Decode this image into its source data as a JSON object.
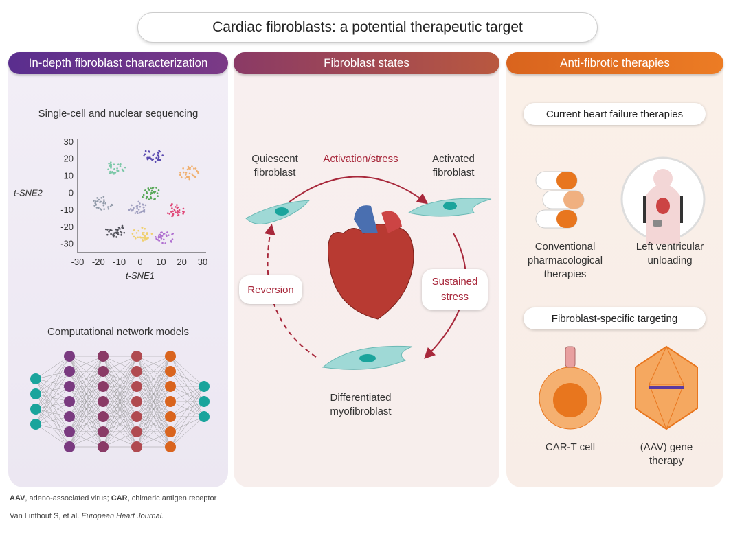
{
  "title": "Cardiac fibroblasts: a potential therapeutic target",
  "sections": {
    "characterization": {
      "header": "In-depth fibroblast characterization",
      "sequencing_label": "Single-cell and nuclear sequencing",
      "network_label": "Computational network models"
    },
    "states": {
      "header": "Fibroblast states",
      "quiescent": "Quiescent\nfibroblast",
      "activated": "Activated\nfibroblast",
      "differentiated": "Differentiated\nmyofibroblast",
      "activation": "Activation/stress",
      "sustained": "Sustained\nstress",
      "reversion": "Reversion"
    },
    "therapies": {
      "header": "Anti-fibrotic therapies",
      "current": "Current heart failure therapies",
      "conventional": "Conventional\npharmacological\ntherapies",
      "lv_unloading": "Left ventricular\nunloading",
      "specific": "Fibroblast-specific targeting",
      "cart": "CAR-T cell",
      "aav": "(AAV) gene\ntherapy"
    }
  },
  "chart_data": {
    "type": "scatter",
    "xlabel": "t-SNE1",
    "ylabel": "t-SNE2",
    "xlim": [
      -30,
      30
    ],
    "ylim": [
      -35,
      32
    ],
    "xticks": [
      "-30",
      "-20",
      "-10",
      "0",
      "10",
      "20",
      "30"
    ],
    "yticks": [
      "30",
      "20",
      "10",
      "0",
      "-10",
      "-20",
      "-30"
    ],
    "clusters": [
      {
        "color": "#7cc8a8",
        "center": [
          -12,
          15
        ]
      },
      {
        "color": "#5a4ab0",
        "center": [
          6,
          22
        ]
      },
      {
        "color": "#f0b070",
        "center": [
          23,
          12
        ]
      },
      {
        "color": "#58a858",
        "center": [
          5,
          0
        ]
      },
      {
        "color": "#909aa8",
        "center": [
          -18,
          -6
        ]
      },
      {
        "color": "#e04878",
        "center": [
          17,
          -10
        ]
      },
      {
        "color": "#505058",
        "center": [
          -12,
          -22
        ]
      },
      {
        "color": "#f0d070",
        "center": [
          1,
          -24
        ]
      },
      {
        "color": "#b070d0",
        "center": [
          12,
          -26
        ]
      },
      {
        "color": "#a0a0c0",
        "center": [
          -1,
          -8
        ]
      }
    ]
  },
  "footer": {
    "abbr1": "AAV",
    "abbr1_text": ", adeno-associated virus; ",
    "abbr2": "CAR",
    "abbr2_text": ", chimeric antigen receptor",
    "citation": "Van Linthout S, et al. ",
    "journal": "European Heart Journal."
  }
}
